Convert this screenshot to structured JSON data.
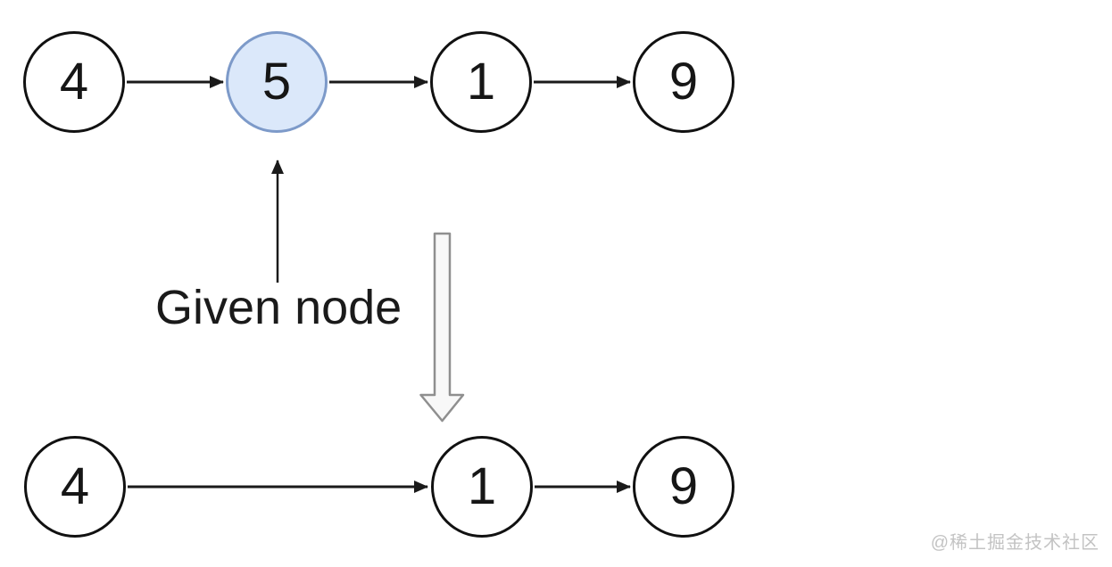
{
  "diagram": {
    "description_label": "Given node",
    "top_list": {
      "nodes": [
        {
          "value": "4",
          "highlighted": false
        },
        {
          "value": "5",
          "highlighted": true
        },
        {
          "value": "1",
          "highlighted": false
        },
        {
          "value": "9",
          "highlighted": false
        }
      ]
    },
    "bottom_list": {
      "nodes": [
        {
          "value": "4"
        },
        {
          "value": "1"
        },
        {
          "value": "9"
        }
      ]
    },
    "icons": {
      "pointer_arrow": "up-arrow-icon",
      "transform_arrow": "big-down-arrow-icon"
    },
    "colors": {
      "node_fill": "#ffffff",
      "node_stroke": "#111111",
      "highlight_fill": "#dbe8fa",
      "highlight_stroke": "#7d9ac9",
      "link_arrow": "#1a1a1a",
      "big_arrow_fill": "#f8f8f8",
      "big_arrow_stroke": "#8f8f8f",
      "watermark": "#c3c3c3"
    }
  },
  "watermark": {
    "text": "@稀土掘金技术社区"
  }
}
